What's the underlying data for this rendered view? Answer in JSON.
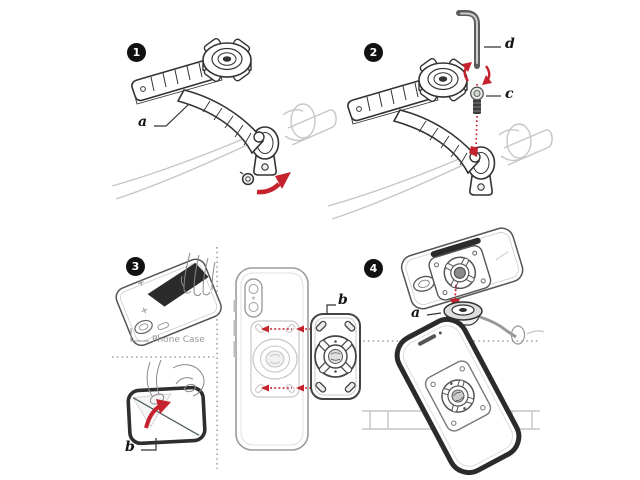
{
  "colors": {
    "background": "#ffffff",
    "line_dark": "#2b2b2b",
    "line_gray": "#c4c4c4",
    "accent_red": "#c4232e",
    "caption_gray": "#979797",
    "badge_bg": "#111111",
    "badge_text": "#ffffff"
  },
  "steps": {
    "step1": {
      "badge": "1",
      "part_label": "a"
    },
    "step2": {
      "badge": "2",
      "hex_key_label": "d",
      "screw_label": "c"
    },
    "step3": {
      "badge": "3",
      "phone_case_caption": "Phone Case",
      "adhesive_pad_label": "b"
    },
    "adapter_panel": {
      "plate_label": "b"
    },
    "step4": {
      "badge": "4",
      "mount_head_label": "a"
    }
  },
  "icons": {
    "step1_tighten": "curved-red-arrow-icon",
    "step2_tool": "hex-key-icon",
    "step2_fastener": "screw-icon",
    "step2_rotation": "rotation-arrows-icon",
    "step3_wipe": "wiping-hand-icon",
    "step3_peel": "peel-arrow-icon",
    "adapter_align": "align-arrows-icon",
    "step4_attach": "down-arrow-icon"
  }
}
